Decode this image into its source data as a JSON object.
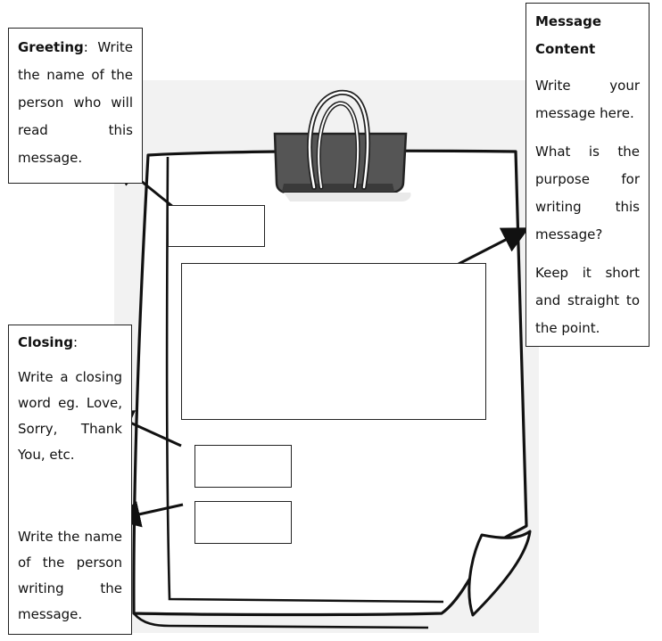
{
  "greeting": {
    "heading": "Greeting",
    "heading_suffix": ":",
    "text": "Write the name of the person who will read this message."
  },
  "message_content": {
    "heading": "Message Content",
    "para1": "Write your message here.",
    "para2": "What is the purpose for writing this message?",
    "para3": "Keep it short and straight to the point."
  },
  "closing": {
    "heading": "Closing",
    "heading_suffix": ":",
    "para1": "Write a closing word eg. Love, Sorry, Thank You, etc.",
    "para2": "Write the name of the person writing the message."
  }
}
